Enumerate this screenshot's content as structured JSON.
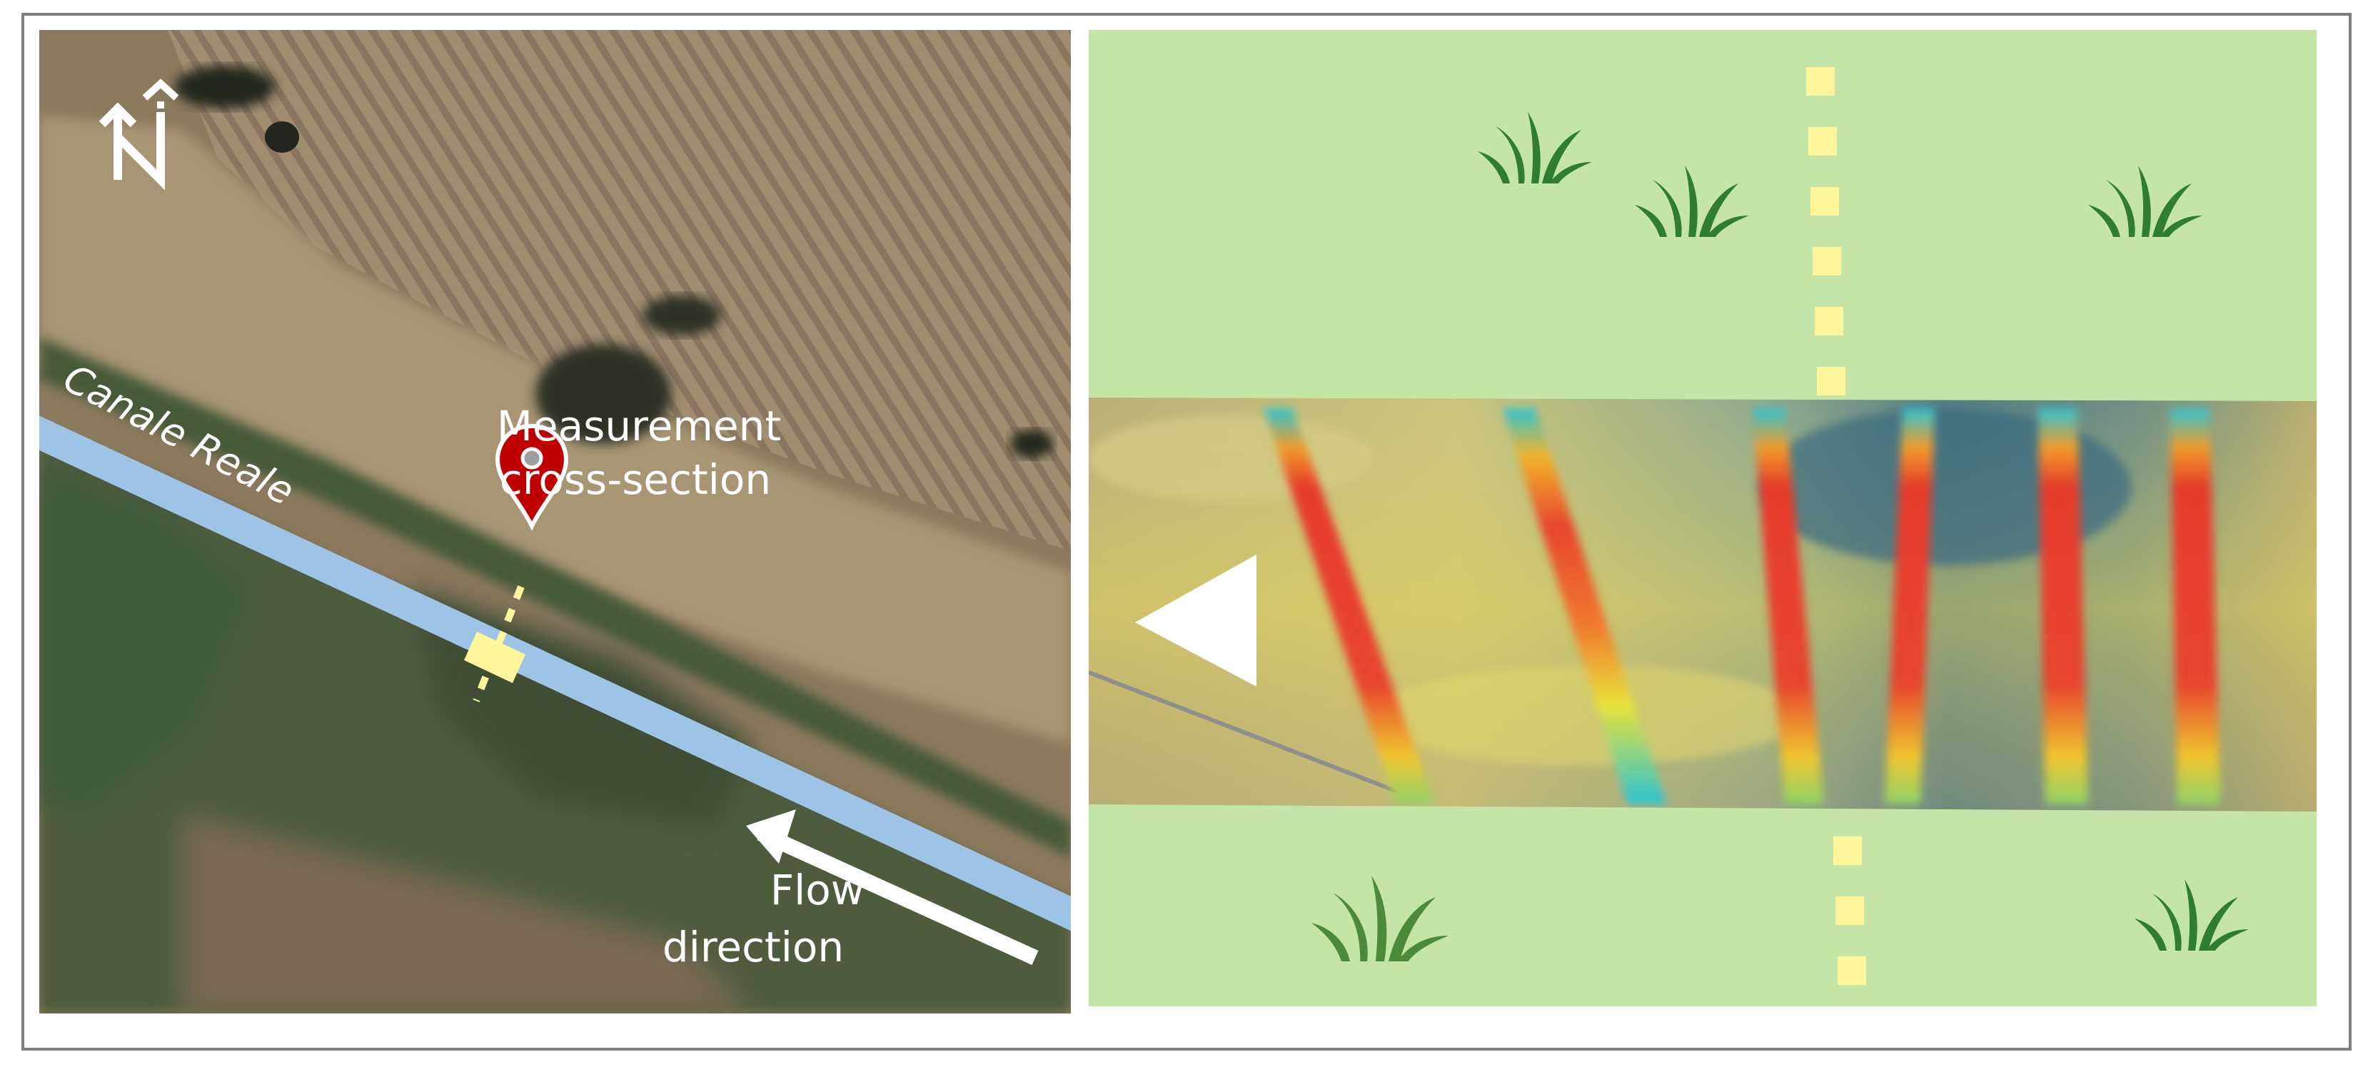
{
  "map": {
    "canal_label": "Canale Reale",
    "marker_label_line1": "Measurement",
    "marker_label_line2": "cross-section",
    "flow_label_line1": "Flow",
    "flow_label_line2": "direction",
    "north_icon": "north-arrow-icon",
    "marker_icon": "map-pin-icon",
    "colors": {
      "canal": "#9dc3e6",
      "section": "#fff59a",
      "marker": "#c00000",
      "label": "#ffffff"
    }
  },
  "velocity_panel": {
    "flow_icon": "flow-triangle-icon",
    "grass_icon": "grass-icon",
    "colors": {
      "bank": "#c5e5a6",
      "section_line": "#fff59a",
      "grass": "#2e7d32",
      "high_velocity": "#e53b2c",
      "low_velocity": "#2bc4d2"
    }
  }
}
